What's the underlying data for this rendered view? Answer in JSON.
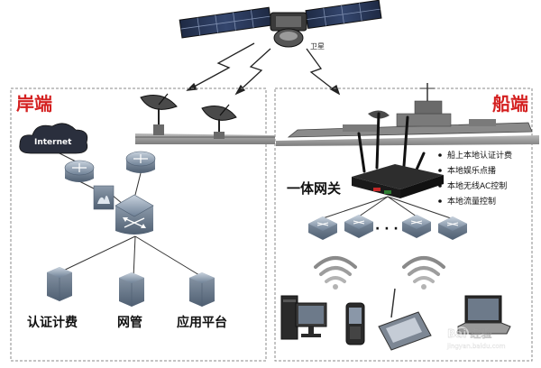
{
  "satellite_label": "卫星",
  "shore": {
    "title": "岸端",
    "cloud_label": "Internet",
    "servers": [
      {
        "label": "认证计费"
      },
      {
        "label": "网管"
      },
      {
        "label": "应用平台"
      }
    ]
  },
  "ship": {
    "title": "船端",
    "gateway_label": "一体网关",
    "features": [
      "船上本地认证计费",
      "本地娱乐点播",
      "本地无线AC控制",
      "本地流量控制"
    ],
    "ellipsis": "· · ·"
  },
  "watermark": {
    "text": "Bai 经验",
    "url": "jingyan.baidu.com"
  },
  "colors": {
    "title_red": "#d42020",
    "border_dash": "#8a8a8a",
    "device_blue": "#6b7f96",
    "line": "#333333"
  }
}
